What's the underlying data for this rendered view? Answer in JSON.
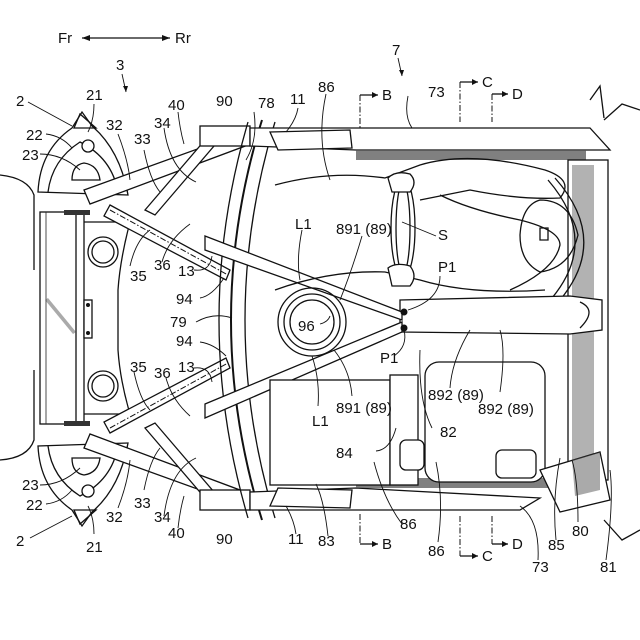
{
  "figure": {
    "title": "Vehicle body structure - top plan view (patent drawing)",
    "direction": {
      "front": "Fr",
      "rear": "Rr"
    },
    "section_markers": [
      {
        "id": "B-top",
        "letter": "B"
      },
      {
        "id": "C-top",
        "letter": "C"
      },
      {
        "id": "D-top",
        "letter": "D"
      },
      {
        "id": "B-bottom",
        "letter": "B"
      },
      {
        "id": "C-bottom",
        "letter": "C"
      },
      {
        "id": "D-bottom",
        "letter": "D"
      }
    ],
    "labels": [
      {
        "id": "l-3",
        "text": "3"
      },
      {
        "id": "l-7",
        "text": "7"
      },
      {
        "id": "l-2-top",
        "text": "2"
      },
      {
        "id": "l-21-top",
        "text": "21"
      },
      {
        "id": "l-22-top",
        "text": "22"
      },
      {
        "id": "l-23-top",
        "text": "23"
      },
      {
        "id": "l-32-top",
        "text": "32"
      },
      {
        "id": "l-33-top",
        "text": "33"
      },
      {
        "id": "l-34-top",
        "text": "34"
      },
      {
        "id": "l-40-top",
        "text": "40"
      },
      {
        "id": "l-90-top",
        "text": "90"
      },
      {
        "id": "l-78",
        "text": "78"
      },
      {
        "id": "l-11-top",
        "text": "11"
      },
      {
        "id": "l-86-top",
        "text": "86"
      },
      {
        "id": "l-73-top",
        "text": "73"
      },
      {
        "id": "l-L1-top",
        "text": "L1"
      },
      {
        "id": "l-891-top",
        "text": "891 (89)"
      },
      {
        "id": "l-S",
        "text": "S"
      },
      {
        "id": "l-P1-top",
        "text": "P1"
      },
      {
        "id": "l-35-top",
        "text": "35"
      },
      {
        "id": "l-36-top",
        "text": "36"
      },
      {
        "id": "l-13-top",
        "text": "13"
      },
      {
        "id": "l-94-top",
        "text": "94"
      },
      {
        "id": "l-79",
        "text": "79"
      },
      {
        "id": "l-96",
        "text": "96"
      },
      {
        "id": "l-94-bottom",
        "text": "94"
      },
      {
        "id": "l-P1-bottom",
        "text": "P1"
      },
      {
        "id": "l-13-bottom",
        "text": "13"
      },
      {
        "id": "l-35-bottom",
        "text": "35"
      },
      {
        "id": "l-36-bottom",
        "text": "36"
      },
      {
        "id": "l-892-left",
        "text": "892 (89)"
      },
      {
        "id": "l-892-right",
        "text": "892 (89)"
      },
      {
        "id": "l-L1-bottom",
        "text": "L1"
      },
      {
        "id": "l-891-bottom",
        "text": "891 (89)"
      },
      {
        "id": "l-82",
        "text": "82"
      },
      {
        "id": "l-84",
        "text": "84"
      },
      {
        "id": "l-23-bottom",
        "text": "23"
      },
      {
        "id": "l-22-bottom",
        "text": "22"
      },
      {
        "id": "l-32-bottom",
        "text": "32"
      },
      {
        "id": "l-33-bottom",
        "text": "33"
      },
      {
        "id": "l-34-bottom",
        "text": "34"
      },
      {
        "id": "l-40-bottom",
        "text": "40"
      },
      {
        "id": "l-90-bottom",
        "text": "90"
      },
      {
        "id": "l-11-bottom",
        "text": "11"
      },
      {
        "id": "l-83",
        "text": "83"
      },
      {
        "id": "l-86-bottom-a",
        "text": "86"
      },
      {
        "id": "l-86-bottom-b",
        "text": "86"
      },
      {
        "id": "l-73-bottom",
        "text": "73"
      },
      {
        "id": "l-85",
        "text": "85"
      },
      {
        "id": "l-80",
        "text": "80"
      },
      {
        "id": "l-81",
        "text": "81"
      },
      {
        "id": "l-2-bottom",
        "text": "2"
      },
      {
        "id": "l-21-bottom",
        "text": "21"
      }
    ]
  }
}
